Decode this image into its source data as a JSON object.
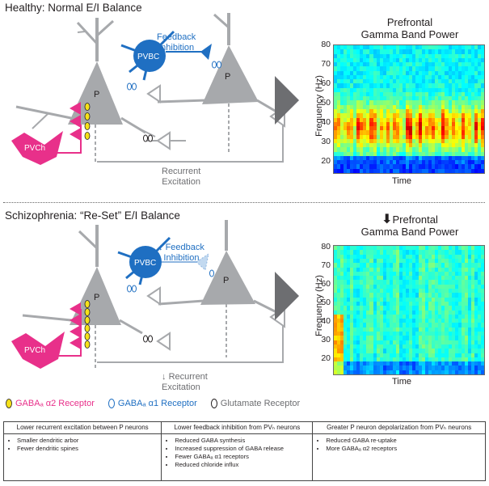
{
  "top": {
    "title": "Healthy: Normal E/I Balance",
    "feedback_label": "Feedback\nInhibition",
    "pvbc_label": "PVBC",
    "pvch_label": "PVCh",
    "p_label": "P",
    "recurrent_label": "Recurrent\nExcitation",
    "heatmap": {
      "title_line1": "Prefrontal",
      "title_line2": "Gamma Band Power",
      "ylabel": "Frequency (Hz)",
      "xlabel": "Time",
      "yticks": [
        "80",
        "70",
        "60",
        "50",
        "40",
        "30",
        "20"
      ]
    }
  },
  "bottom": {
    "title": "Schizophrenia: “Re-Set” E/I Balance",
    "feedback_label": "Feedback\nInhibition",
    "pvbc_label": "PVBC",
    "pvch_label": "PVCh",
    "p_label": "P",
    "recurrent_label": "Recurrent\nExcitation",
    "heatmap": {
      "title_line1": "Prefrontal",
      "title_line2": "Gamma Band Power",
      "ylabel": "Frequency (Hz)",
      "xlabel": "Time",
      "yticks": [
        "80",
        "70",
        "60",
        "50",
        "40",
        "30",
        "20"
      ]
    }
  },
  "legend": {
    "gaba_a2": "GABAₐ α2 Receptor",
    "gaba_a1": "GABAₐ α1 Receptor",
    "glutamate": "Glutamate Receptor"
  },
  "table": {
    "headers": [
      "Lower recurrent excitation between P neurons",
      "Lower feedback inhibition from PVₕ neurons",
      "Greater P neuron depolarization from PVₕ neurons"
    ],
    "col1": [
      "Smaller dendritic arbor",
      "Fewer dendritic spines"
    ],
    "col2": [
      "Reduced GABA synthesis",
      "Increased suppression of GABA release",
      "Fewer GABAₐ α1 receptors",
      "Reduced chloride influx"
    ],
    "col3": [
      "Reduced GABA re-uptake",
      "More GABAₐ α2 receptors"
    ]
  },
  "colors": {
    "neuron_gray": "#a7a9ac",
    "pvbc_blue": "#1f6fc2",
    "pvch_pink": "#e8308a",
    "receptor_yellow": "#f5e11a",
    "feedback_text": "#1f6fc2"
  }
}
